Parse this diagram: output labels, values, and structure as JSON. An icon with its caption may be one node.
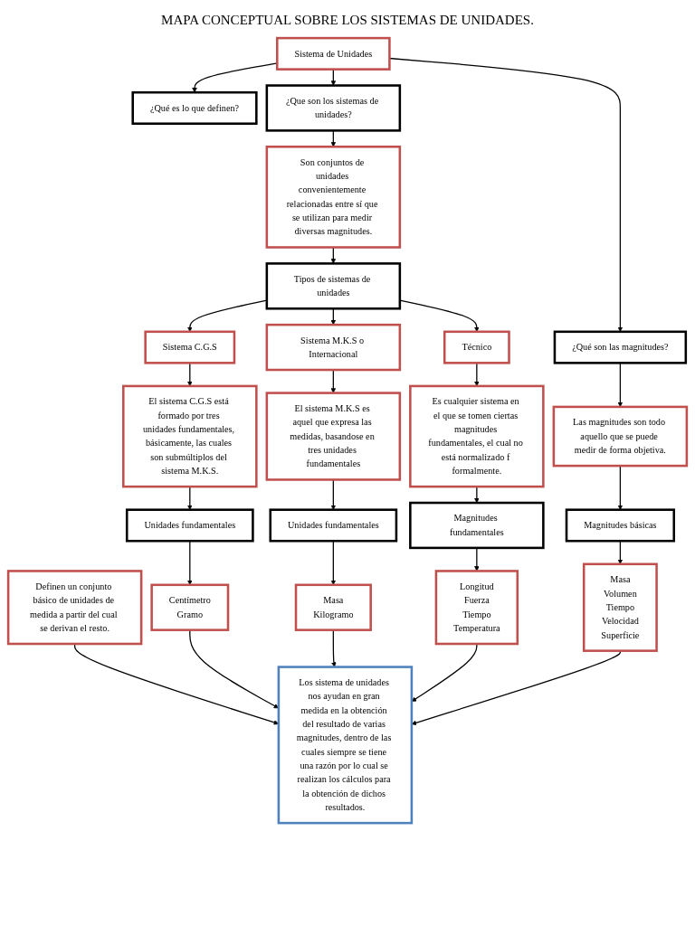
{
  "diagram": {
    "title": "MAPA CONCEPTUAL SOBRE LOS SISTEMAS DE UNIDADES.",
    "nodes": [
      {
        "text": [
          "Sistema de Unidades"
        ]
      },
      {
        "text": [
          "¿Qué es lo que definen?"
        ]
      },
      {
        "text": [
          "¿Que son los sistemas de unidades?"
        ]
      },
      {
        "text": [
          "¿Qué son las magnitudes?"
        ]
      },
      {
        "text": [
          "Definen un conjunto básico de unidades de medida a partir del cual se derivan el resto."
        ]
      },
      {
        "text": [
          "Son conjuntos de unidades convenientemente relacionadas entre sí que se utilizan para medir diversas magnitudes."
        ]
      },
      {
        "text": [
          "Las magnitudes son todo aquello que se puede medir de forma objetiva."
        ]
      },
      {
        "text": [
          "Tipos de sistemas de unidades"
        ]
      },
      {
        "text": [
          "Sistema C.G.S"
        ]
      },
      {
        "text": [
          "Sistema M.K.S o Internacional"
        ]
      },
      {
        "text": [
          "Técnico"
        ]
      },
      {
        "text": [
          "Magnitudes básicas"
        ]
      },
      {
        "text": [
          "El sistema C.G.S está formado por tres unidades fundamentales, básicamente, las cuales son submúltiplos del sistema M.K.S."
        ]
      },
      {
        "text": [
          "El sistema M.K.S es aquel que expresa las medidas, basandose en tres unidades fundamentales"
        ]
      },
      {
        "text": [
          "Es cualquier sistema en el que se tomen ciertas magnitudes fundamentales, el cual no está normalizado f formalmente."
        ]
      },
      {
        "text": [
          "Masa",
          "Volumen",
          "Tiempo",
          "Velocidad",
          "Superficie"
        ]
      },
      {
        "text": [
          "Unidades fundamentales"
        ]
      },
      {
        "text": [
          "Unidades fundamentales"
        ]
      },
      {
        "text": [
          "Magnitudes fundamentales"
        ]
      },
      {
        "text": [
          "Centímetro",
          "Gramo"
        ]
      },
      {
        "text": [
          "Masa",
          "Kilogramo"
        ]
      },
      {
        "text": [
          "Longitud",
          "Fuerza",
          "Tiempo",
          "Temperatura"
        ]
      },
      {
        "text": [
          "Los sistema de unidades nos ayudan en gran medida en la obtención del resultado de varias magnitudes, dentro de las cuales siempre se tiene una razón por lo cual se realizan los cálculos para la obtención de dichos resultados."
        ]
      }
    ],
    "edges": [
      {
        "from": 0,
        "to": 1,
        "arrow": "to"
      },
      {
        "from": 0,
        "to": 2,
        "arrow": "to"
      },
      {
        "from": 0,
        "to": 3,
        "arrow": "to"
      },
      {
        "from": 2,
        "to": 5,
        "arrow": "to"
      },
      {
        "from": 3,
        "to": 6,
        "arrow": "to"
      },
      {
        "from": 5,
        "to": 7,
        "arrow": "to"
      },
      {
        "from": 7,
        "to": 8,
        "arrow": "to"
      },
      {
        "from": 7,
        "to": 9,
        "arrow": "to"
      },
      {
        "from": 7,
        "to": 10,
        "arrow": "to"
      },
      {
        "from": 6,
        "to": 11,
        "arrow": "to"
      },
      {
        "from": 8,
        "to": 12,
        "arrow": "to"
      },
      {
        "from": 9,
        "to": 13,
        "arrow": "to"
      },
      {
        "from": 10,
        "to": 14,
        "arrow": "to"
      },
      {
        "from": 11,
        "to": 15,
        "arrow": "to"
      },
      {
        "from": 12,
        "to": 16,
        "arrow": "to"
      },
      {
        "from": 13,
        "to": 17,
        "arrow": "to"
      },
      {
        "from": 14,
        "to": 18,
        "arrow": "to"
      },
      {
        "from": 16,
        "to": 19,
        "arrow": "to"
      },
      {
        "from": 17,
        "to": 20,
        "arrow": "to"
      },
      {
        "from": 18,
        "to": 21,
        "arrow": "to"
      },
      {
        "from": 4,
        "to": 22,
        "arrow": "to"
      },
      {
        "from": 19,
        "to": 22,
        "arrow": "to"
      },
      {
        "from": 20,
        "to": 22,
        "arrow": "to"
      },
      {
        "from": 21,
        "to": 22,
        "arrow": "to"
      },
      {
        "from": 15,
        "to": 22,
        "arrow": "to"
      }
    ]
  }
}
